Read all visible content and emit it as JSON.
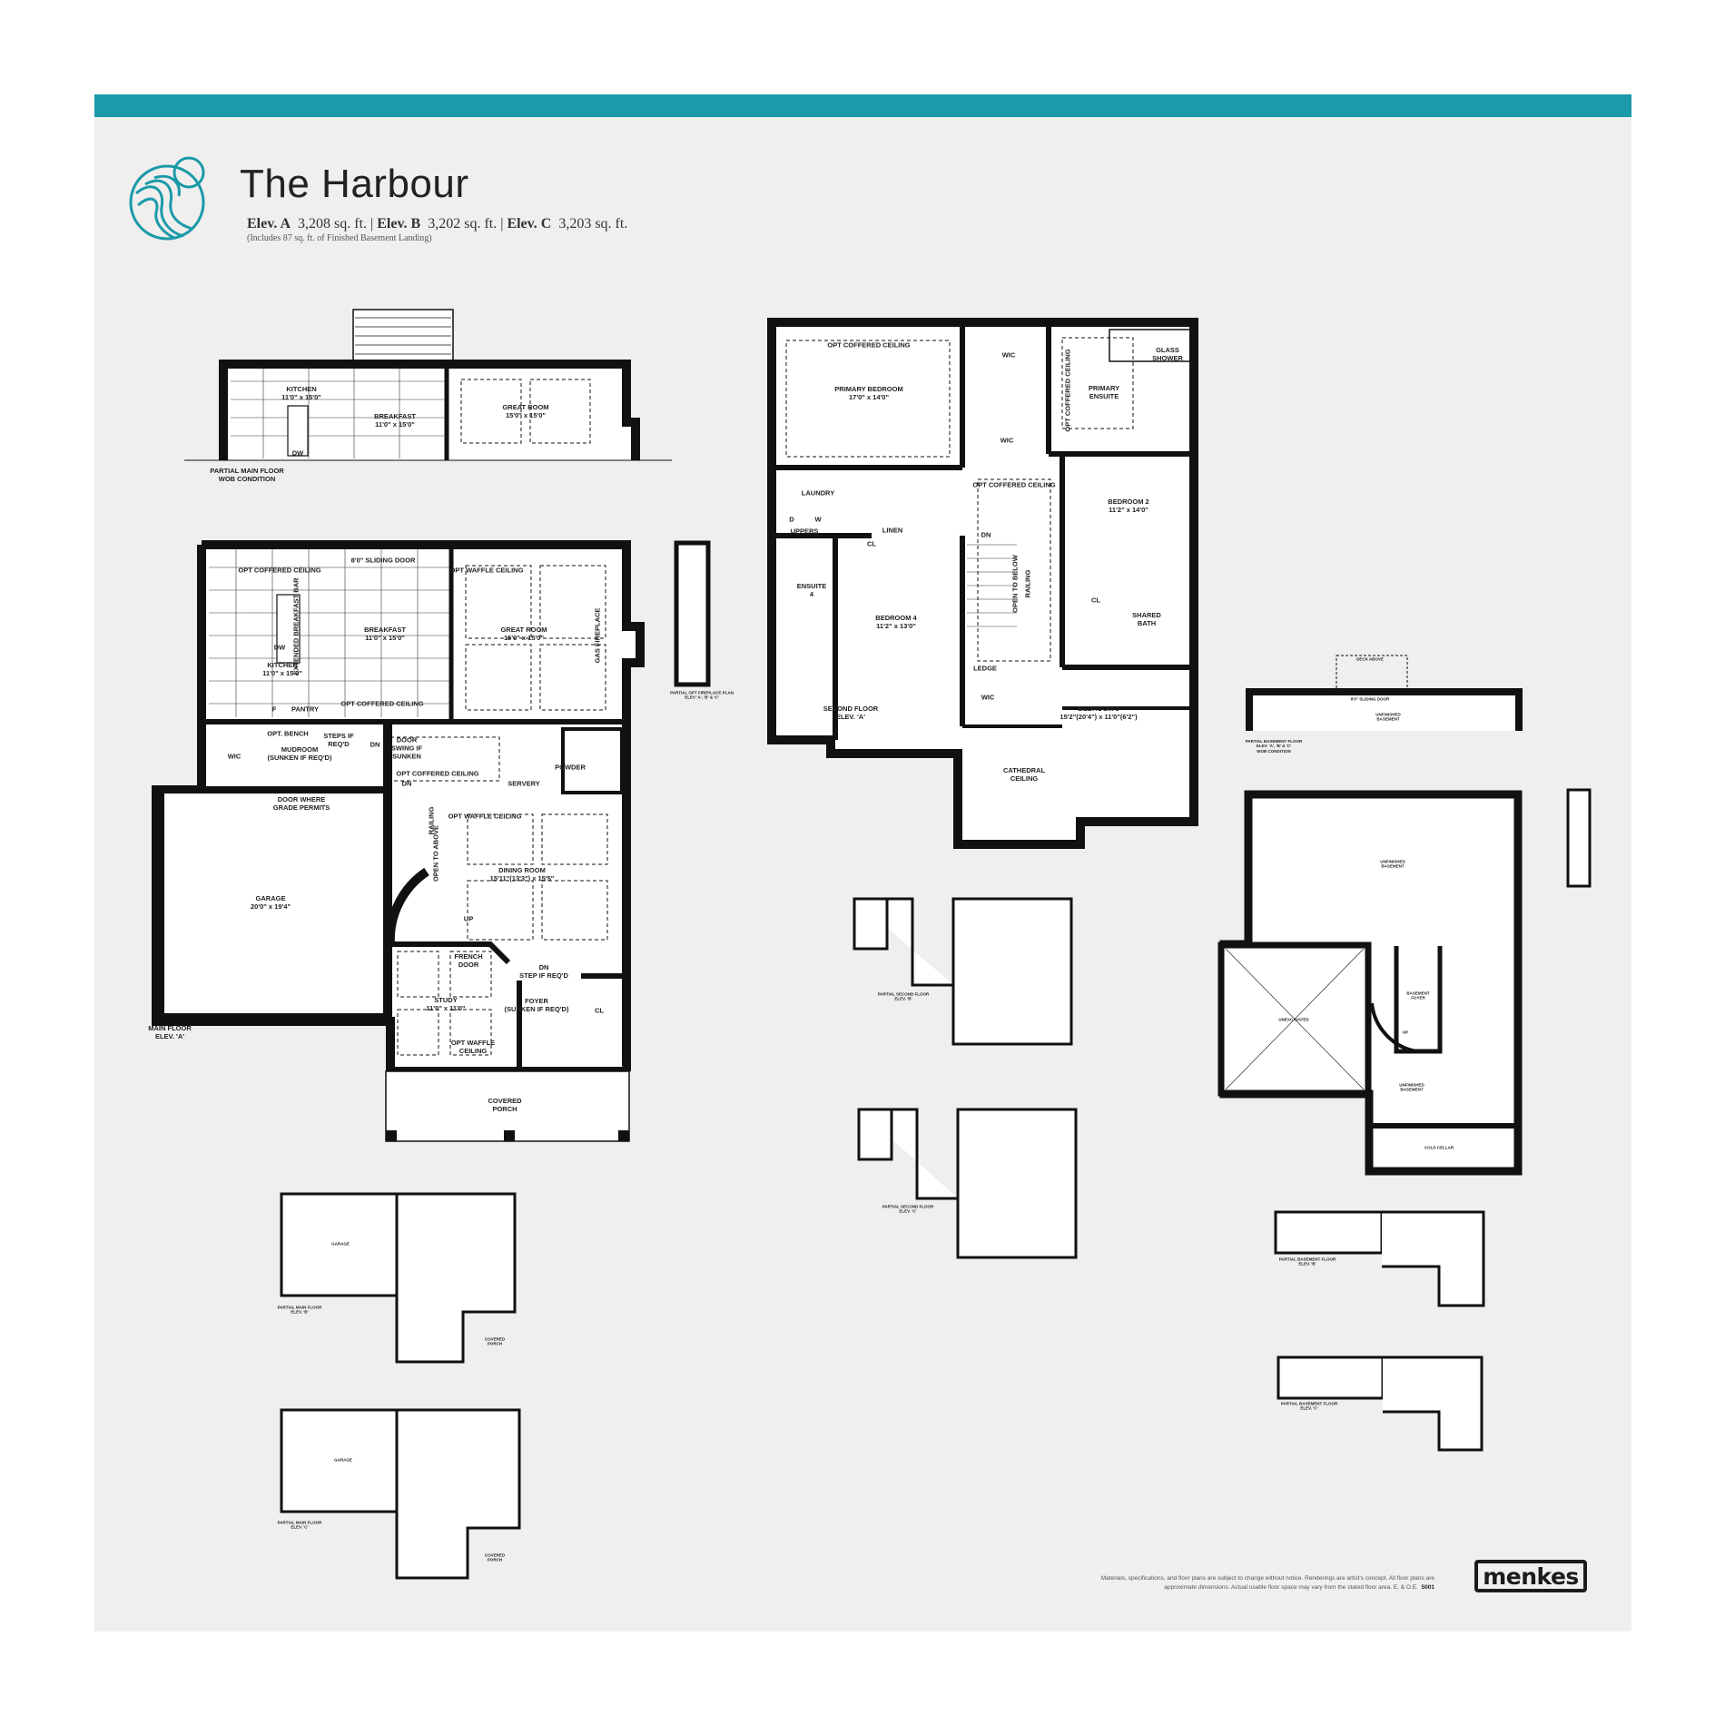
{
  "header": {
    "title": "The Harbour",
    "elevations": [
      {
        "name": "Elev. A",
        "area": "3,208 sq. ft."
      },
      {
        "name": "Elev. B",
        "area": "3,202 sq. ft."
      },
      {
        "name": "Elev. C",
        "area": "3,203 sq. ft."
      }
    ],
    "separator": "|",
    "note": "(Includes 87 sq. ft. of Finished Basement Landing)",
    "accent_color": "#1b9aa9"
  },
  "partial_main_wob": {
    "caption": "PARTIAL MAIN FLOOR\nWOB CONDITION",
    "rooms": [
      "KITCHEN\n11'0\" x 15'0\"",
      "BREAKFAST\n11'0\" x 15'0\"",
      "GREAT ROOM\n15'0\" x 15'0\"",
      "DW"
    ]
  },
  "main_floor": {
    "caption": "MAIN FLOOR\nELEV. 'A'",
    "labels": [
      "OPT COFFERED CEILING",
      "8'0\" SLIDING DOOR",
      "KITCHEN\n11'0\" x 15'0\"",
      "EXTENDED BREAKFAST BAR",
      "DW",
      "BREAKFAST\n11'0\" x 15'0\"",
      "OPT WAFFLE CEILING",
      "GREAT ROOM\n15'0\" x 15'0\"",
      "GAS FIREPLACE",
      "OPT COFFERED CEILING",
      "F",
      "PANTRY",
      "OPT. BENCH",
      "WIC",
      "MUDROOM\n(SUNKEN IF REQ'D)",
      "STEPS IF\nREQ'D",
      "DN",
      "DOOR\nSWING IF\nSUNKEN",
      "OPT COFFERED CEILING",
      "POWDER",
      "SERVERY",
      "DN",
      "DOOR WHERE\nGRADE PERMITS",
      "OPT WAFFLE CEILING",
      "GARAGE\n20'0\" x 19'4\"",
      "OPEN TO ABOVE",
      "RAILING",
      "DINING ROOM\n15'11\"(13'3\") x 15'5\"",
      "UP",
      "FRENCH\nDOOR",
      "DN\nSTEP IF REQ'D",
      "STUDY\n11'0\" x 11'0\"",
      "FOYER\n(SUNKEN IF REQ'D)",
      "CL",
      "OPT WAFFLE\nCEILING",
      "COVERED\nPORCH"
    ]
  },
  "fireplace_partial": {
    "caption": "PARTIAL OPT FIREPLACE PLAN\nELEV 'A', 'B' & 'C'"
  },
  "second_floor": {
    "caption": "SECOND FLOOR\nELEV. 'A'",
    "labels": [
      "OPT COFFERED CEILING",
      "PRIMARY BEDROOM\n17'0\" x 14'0\"",
      "WIC",
      "WIC",
      "PRIMARY\nENSUITE",
      "GLASS\nSHOWER",
      "OPT COFFERED CEILING",
      "LAUNDRY",
      "D",
      "W",
      "UPPERS",
      "LINEN",
      "CL",
      "ENSUITE\n4",
      "BEDROOM 4\n11'2\" x 13'0\"",
      "OPT COFFERED CEILING",
      "DN",
      "OPEN TO BELOW",
      "RAILING",
      "BEDROOM 2\n11'2\" x 14'0\"",
      "CL",
      "SHARED\nBATH",
      "LEDGE",
      "WIC",
      "BEDROOM 3\n15'2\"(20'4\") x 11'0\"(6'2\")",
      "CATHEDRAL\nCEILING"
    ]
  },
  "partial_basement_wob": {
    "caption": "PARTIAL BASEMENT FLOOR\nELEV. 'A', 'B' & 'C'\nWOB CONDITION",
    "labels": [
      "DECK ABOVE",
      "8'0\" SLIDING DOOR",
      "UNFINISHED\nBASEMENT"
    ]
  },
  "basement": {
    "labels": [
      "UNFINISHED\nBASEMENT",
      "UNEXCAVATED",
      "BASEMENT\nFOYER",
      "UP",
      "UNFINISHED\nBASEMENT",
      "COLD CELLAR"
    ]
  },
  "small_plans": {
    "main_b": "PARTIAL MAIN FLOOR\nELEV. 'B'",
    "main_c": "PARTIAL MAIN FLOOR\nELEV. 'C'",
    "second_b": "PARTIAL SECOND FLOOR\nELEV. 'B'",
    "second_c": "PARTIAL SECOND FLOOR\nELEV. 'C'",
    "base_b": "PARTIAL BASEMENT FLOOR\nELEV. 'B'",
    "base_c": "PARTIAL BASEMENT FLOOR\nELEV. 'C'",
    "garage": "GARAGE",
    "porch": "COVERED\nPORCH"
  },
  "footer": {
    "disclaimer": "Materials, specifications, and floor plans are subject to change without notice. Renderings are artist's concept. All floor plans are approximate dimensions. Actual usable floor space may vary from the stated floor area. E. & O.E.",
    "code": "5001",
    "brand": "menkes"
  }
}
